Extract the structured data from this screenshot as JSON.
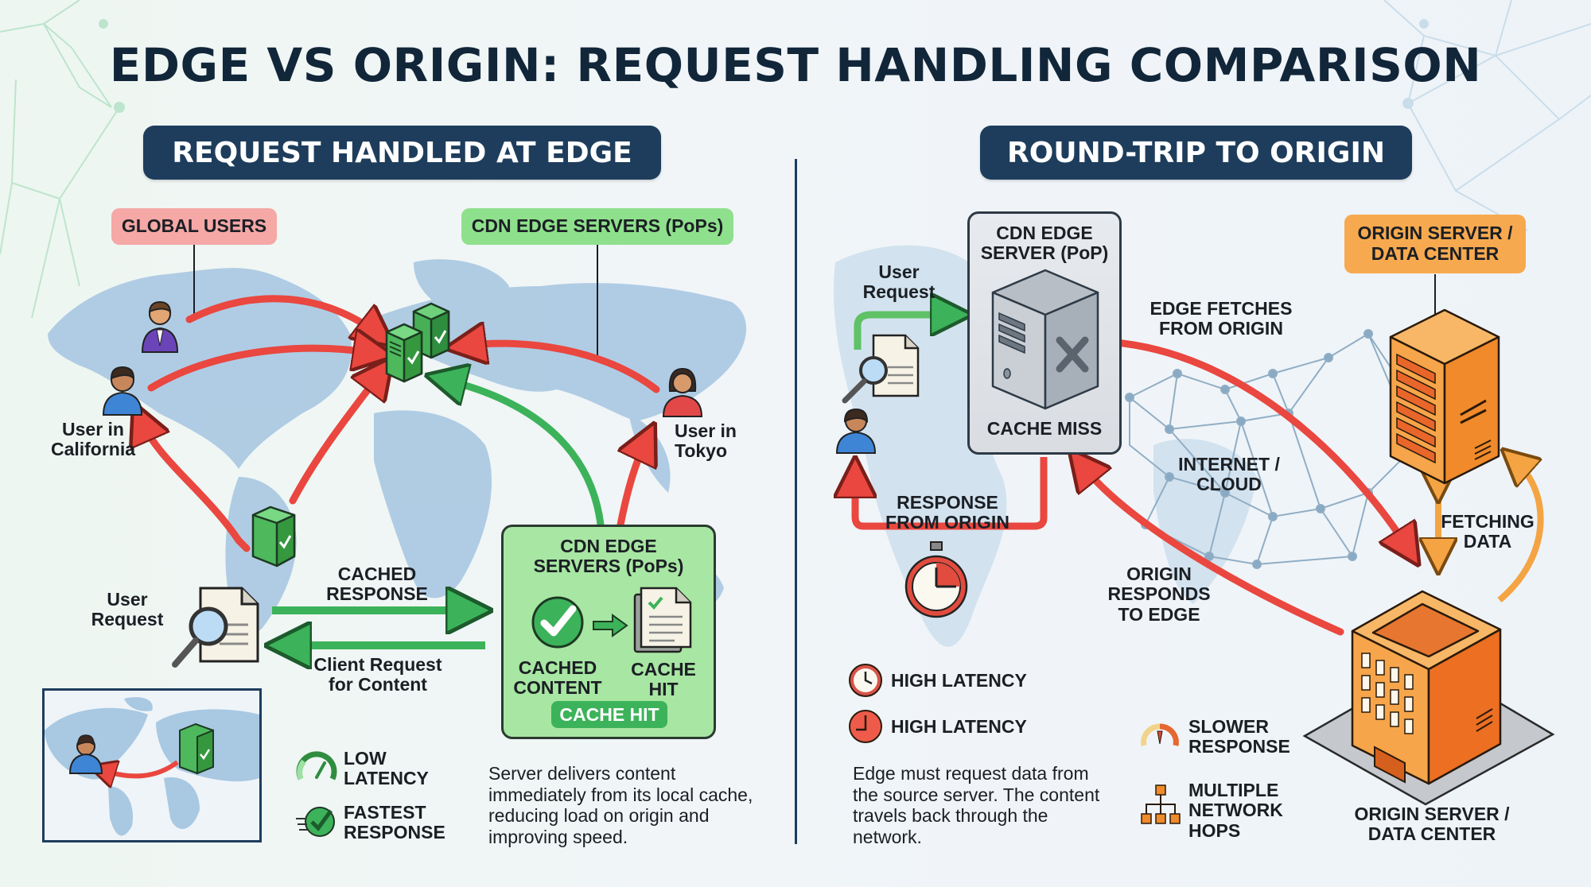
{
  "title": "EDGE VS ORIGIN: REQUEST HANDLING COMPARISON",
  "colors": {
    "navy": "#1e3d5c",
    "red_arrow": "#e9473f",
    "green_arrow": "#3cb35a",
    "orange": "#f2922f",
    "map_blue": "#a9c8e2"
  },
  "left": {
    "heading": "REQUEST HANDLED AT EDGE",
    "tags": {
      "global_users": "GLOBAL USERS",
      "cdn_edge_servers": "CDN EDGE SERVERS (PoPs)"
    },
    "labels": {
      "user_california": "User in\nCalifornia",
      "user_tokyo": "User in\nTokyo",
      "user_request": "User\nRequest",
      "cached_response": "CACHED\nRESPONSE",
      "client_request": "Client Request\nfor Content"
    },
    "edge_box": {
      "title": "CDN EDGE\nSERVERS (PoPs)",
      "cached_content": "CACHED\nCONTENT",
      "cache_hit_label": "CACHE\nHIT",
      "badge": "CACHE HIT"
    },
    "benefits": [
      {
        "icon": "speedometer-icon",
        "label": "LOW\nLATENCY"
      },
      {
        "icon": "fast-check-icon",
        "label": "FASTEST\nRESPONSE"
      }
    ],
    "description": "Server delivers content immediately from its local cache, reducing load on origin and improving speed."
  },
  "right": {
    "heading": "ROUND-TRIP TO ORIGIN",
    "edge_box": {
      "title": "CDN EDGE\nSERVER (PoP)",
      "status": "CACHE MISS"
    },
    "tags": {
      "origin_server": "ORIGIN SERVER /\nDATA CENTER"
    },
    "labels": {
      "user_request": "User\nRequest",
      "edge_fetches": "EDGE FETCHES\nFROM ORIGIN",
      "internet_cloud": "INTERNET / CLOUD",
      "response_from_origin": "RESPONSE\nFROM ORIGIN",
      "fetching_data": "FETCHING\nDATA",
      "origin_responds": "ORIGIN\nRESPONDS\nTO EDGE",
      "origin_building": "ORIGIN SERVER /\nDATA CENTER"
    },
    "drawbacks": [
      {
        "icon": "clock-icon",
        "label": "HIGH LATENCY"
      },
      {
        "icon": "clock-red-icon",
        "label": "HIGH LATENCY"
      },
      {
        "icon": "slow-gauge-icon",
        "label": "SLOWER\nRESPONSE"
      },
      {
        "icon": "network-hops-icon",
        "label": "MULTIPLE\nNETWORK\nHOPS"
      }
    ],
    "description": "Edge must request data from the source server. The content travels back through the network."
  }
}
